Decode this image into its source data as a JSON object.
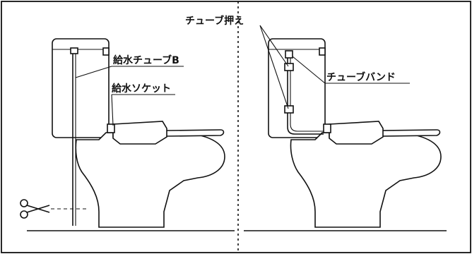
{
  "labels": {
    "tube_b": "給水チューブB",
    "socket": "給水ソケット",
    "tube_holder": "チューブ押え",
    "tube_band": "チューブバンド"
  }
}
